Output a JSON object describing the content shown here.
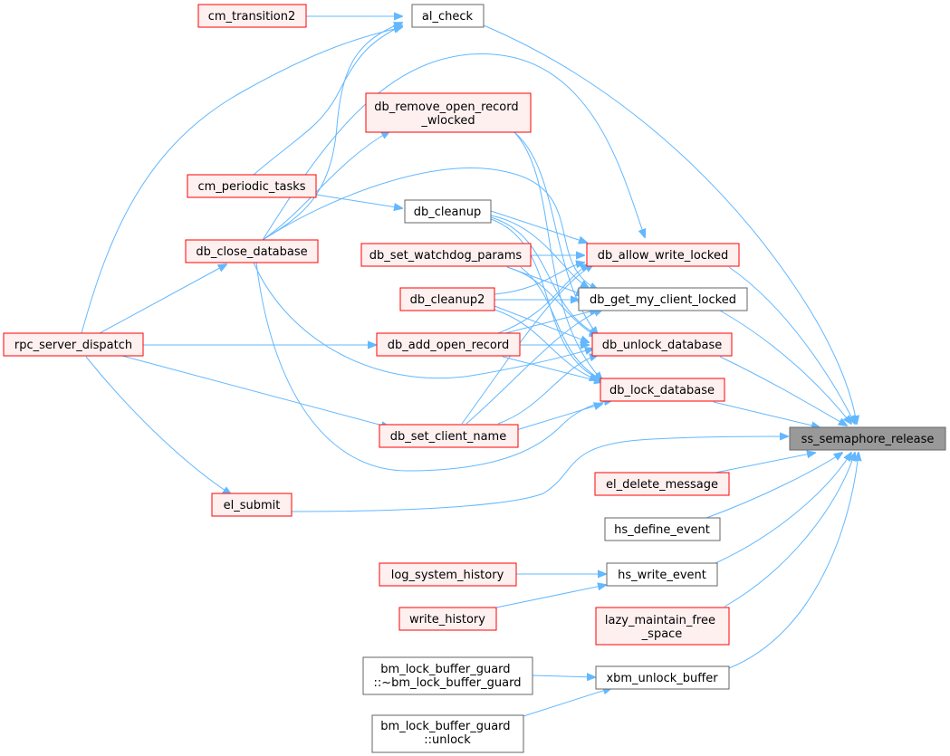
{
  "colors": {
    "edge": "#63b8ff",
    "red_border": "#ff0000",
    "red_fill": "#fff0f0",
    "gray_border": "#666666",
    "white_fill": "#ffffff",
    "target_fill": "#999999",
    "target_border": "#666666"
  },
  "nodes": {
    "al_check": {
      "label": "al_check",
      "style": "gray"
    },
    "cm_transition2": {
      "label": "cm_transition2",
      "style": "red"
    },
    "db_remove_open_record_wlocked": {
      "label": "db_remove_open_record\n_wlocked",
      "style": "red"
    },
    "cm_periodic_tasks": {
      "label": "cm_periodic_tasks",
      "style": "red"
    },
    "db_cleanup": {
      "label": "db_cleanup",
      "style": "gray"
    },
    "db_close_database": {
      "label": "db_close_database",
      "style": "red"
    },
    "db_set_watchdog_params": {
      "label": "db_set_watchdog_params",
      "style": "red"
    },
    "db_allow_write_locked": {
      "label": "db_allow_write_locked",
      "style": "red"
    },
    "db_cleanup2": {
      "label": "db_cleanup2",
      "style": "red"
    },
    "db_get_my_client_locked": {
      "label": "db_get_my_client_locked",
      "style": "gray"
    },
    "rpc_server_dispatch": {
      "label": "rpc_server_dispatch",
      "style": "red"
    },
    "db_add_open_record": {
      "label": "db_add_open_record",
      "style": "red"
    },
    "db_unlock_database": {
      "label": "db_unlock_database",
      "style": "red"
    },
    "db_lock_database": {
      "label": "db_lock_database",
      "style": "red"
    },
    "ss_semaphore_release": {
      "label": "ss_semaphore_release",
      "style": "target"
    },
    "db_set_client_name": {
      "label": "db_set_client_name",
      "style": "red"
    },
    "el_delete_message": {
      "label": "el_delete_message",
      "style": "red"
    },
    "el_submit": {
      "label": "el_submit",
      "style": "red"
    },
    "hs_define_event": {
      "label": "hs_define_event",
      "style": "gray"
    },
    "log_system_history": {
      "label": "log_system_history",
      "style": "red"
    },
    "hs_write_event": {
      "label": "hs_write_event",
      "style": "gray"
    },
    "write_history": {
      "label": "write_history",
      "style": "red"
    },
    "lazy_maintain_free_space": {
      "label": "lazy_maintain_free\n_space",
      "style": "red"
    },
    "bm_lock_buffer_guard_dtor": {
      "label": "bm_lock_buffer_guard\n::~bm_lock_buffer_guard",
      "style": "gray"
    },
    "xbm_unlock_buffer": {
      "label": "xbm_unlock_buffer",
      "style": "gray"
    },
    "bm_lock_buffer_guard_unlock": {
      "label": "bm_lock_buffer_guard\n::unlock",
      "style": "gray"
    }
  }
}
